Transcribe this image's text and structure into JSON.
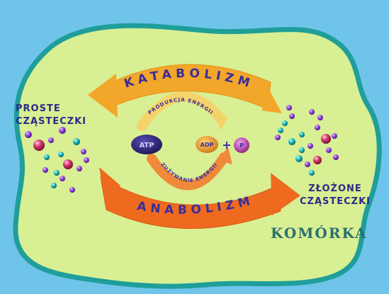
{
  "diagram": {
    "cell_label": "KOMÓRKA",
    "catabolism_label": "KATABOLIZM",
    "anabolism_label": "ANABOLIZM",
    "simple_molecules_label": [
      "PROSTE",
      "CZĄSTECZKI"
    ],
    "complex_molecules_label": [
      "ZŁOŻONE",
      "CZĄSTECZKI"
    ],
    "energy_production_label": "PRODUKCJA ENERGII",
    "energy_use_label": "ZUŻYWANIE ENERGII",
    "atp_label": "ATP",
    "adp_label": "ADP",
    "plus_sign": "+",
    "pi_label": "P",
    "colors": {
      "background": "#6fc4ea",
      "cell_fill": "#d9ef93",
      "cell_border": "#1f9e9a",
      "catabolism_arrow": "#f2a62a",
      "anabolism_arrow": "#ee6a1f",
      "arrow_text": "#3a2d9a",
      "label_text": "#2b2a8a",
      "cell_label": "#2a7070",
      "molecule_purple": "#8a3cd6",
      "molecule_teal": "#1fb3b3",
      "molecule_pink": "#d2346a",
      "atp_oval": "#2c2470",
      "adp_oval": "#f0a020",
      "pi_circle": "#b040a8"
    }
  }
}
